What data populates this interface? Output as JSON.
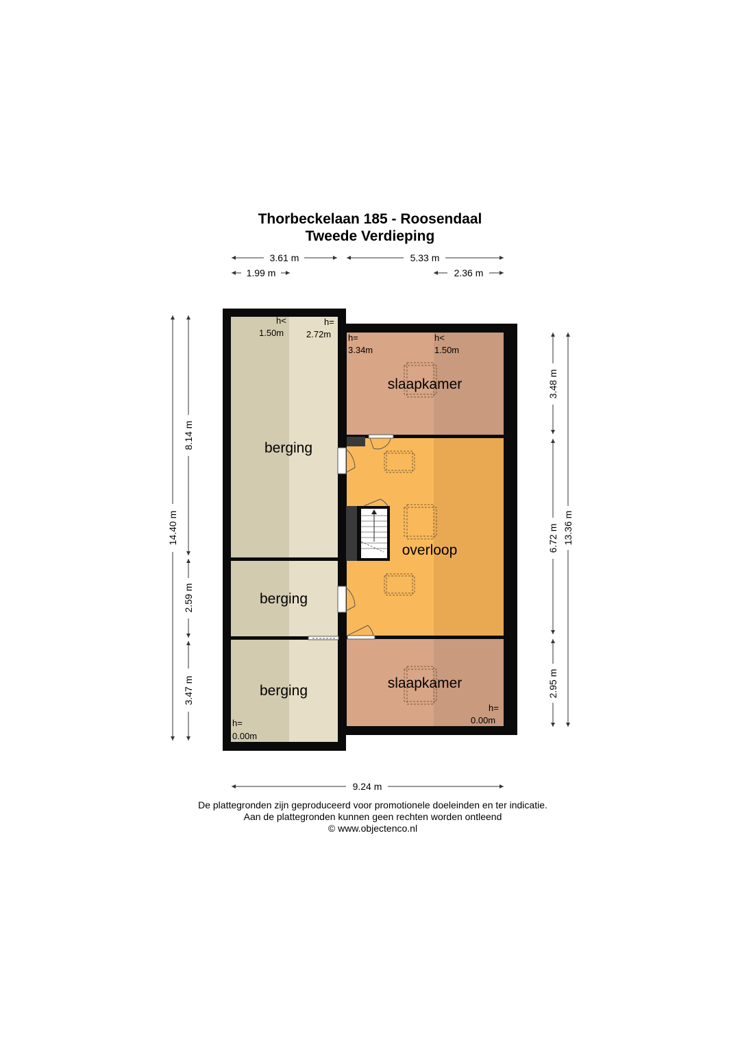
{
  "header": {
    "title": "Thorbeckelaan 185 - Roosendaal",
    "subtitle": "Tweede Verdieping"
  },
  "dimensions": {
    "top_left_width": "3.61 m",
    "top_right_width": "5.33 m",
    "top_left_sub": "1.99 m",
    "top_right_sub": "2.36 m",
    "left_total": "14.40 m",
    "left_upper": "8.14 m",
    "left_middle": "2.59 m",
    "left_lower": "3.47 m",
    "right_upper": "3.48 m",
    "right_middle": "6.72 m",
    "right_lower": "2.95 m",
    "right_total": "13.36 m",
    "bottom_width": "9.24 m"
  },
  "rooms": {
    "berging_large": "berging",
    "berging_middle": "berging",
    "berging_small": "berging",
    "slaapkamer_top": "slaapkamer",
    "slaapkamer_bottom": "slaapkamer",
    "overloop": "overloop"
  },
  "heights": {
    "berging_low_label": "h<",
    "berging_low_value": "1.50m",
    "berging_high_label": "h=",
    "berging_high_value": "2.72m",
    "slaapkamer_high_label": "h=",
    "slaapkamer_high_value": "3.34m",
    "slaapkamer_low_label": "h<",
    "slaapkamer_low_value": "1.50m",
    "slaapkamer2_label": "h=",
    "slaapkamer2_value": "0.00m",
    "berging3_label": "h=",
    "berging3_value": "0.00m"
  },
  "footer": {
    "line1": "De plattegronden zijn geproduceerd voor promotionele doeleinden en ter indicatie.",
    "line2": "Aan de plattegronden kunnen geen rechten worden ontleend",
    "line3": "© www.objectenco.nl"
  },
  "colors": {
    "wall": "#0a0a0a",
    "berging_dark": "#d3cbb0",
    "berging_light": "#e6dec6",
    "slaapkamer_light": "#d8a587",
    "slaapkamer_dark": "#c99a7e",
    "overloop_light": "#f9b95a",
    "overloop_dark": "#e9a953"
  }
}
